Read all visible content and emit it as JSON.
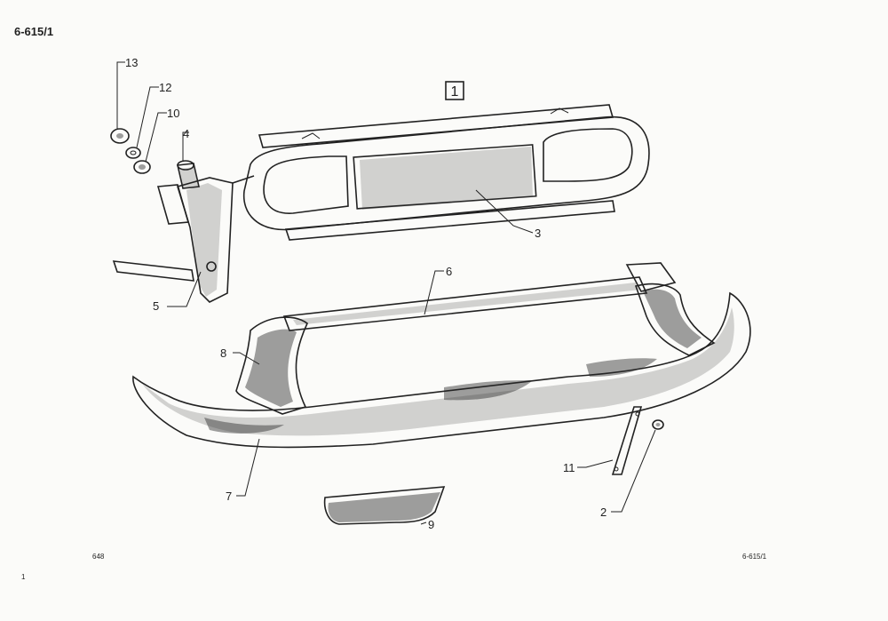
{
  "document": {
    "id": "6-615/1",
    "footer_left": "648",
    "footer_right": "6-615/1",
    "page_mark": "1"
  },
  "group_number": "1",
  "callouts": {
    "c13": "13",
    "c12": "12",
    "c10": "10",
    "c4": "4",
    "c3": "3",
    "c5": "5",
    "c6": "6",
    "c8": "8",
    "c7": "7",
    "c11": "11",
    "c2": "2",
    "c9": "9"
  }
}
